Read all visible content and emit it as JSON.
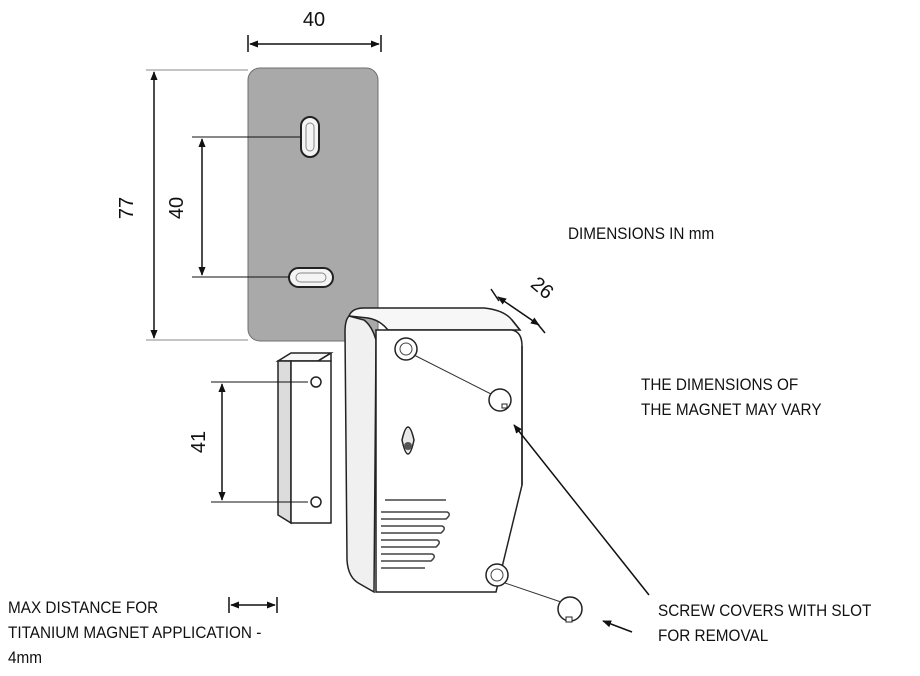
{
  "dimensions": {
    "plate_width": "40",
    "plate_height": "77",
    "slot_spacing": "40",
    "magnet_hole_spacing": "41",
    "sensor_depth": "26"
  },
  "notes": {
    "units": "DIMENSIONS IN mm",
    "magnet_vary_line1": "THE DIMENSIONS OF",
    "magnet_vary_line2": "THE MAGNET MAY VARY",
    "screw_covers_line1": "SCREW COVERS WITH SLOT",
    "screw_covers_line2": "FOR REMOVAL",
    "max_distance_line1": "MAX DISTANCE FOR",
    "max_distance_line2": "TITANIUM MAGNET APPLICATION -",
    "max_distance_line3": "4mm"
  },
  "colors": {
    "plate_fill": "#a9a9a9",
    "line": "#111111"
  }
}
